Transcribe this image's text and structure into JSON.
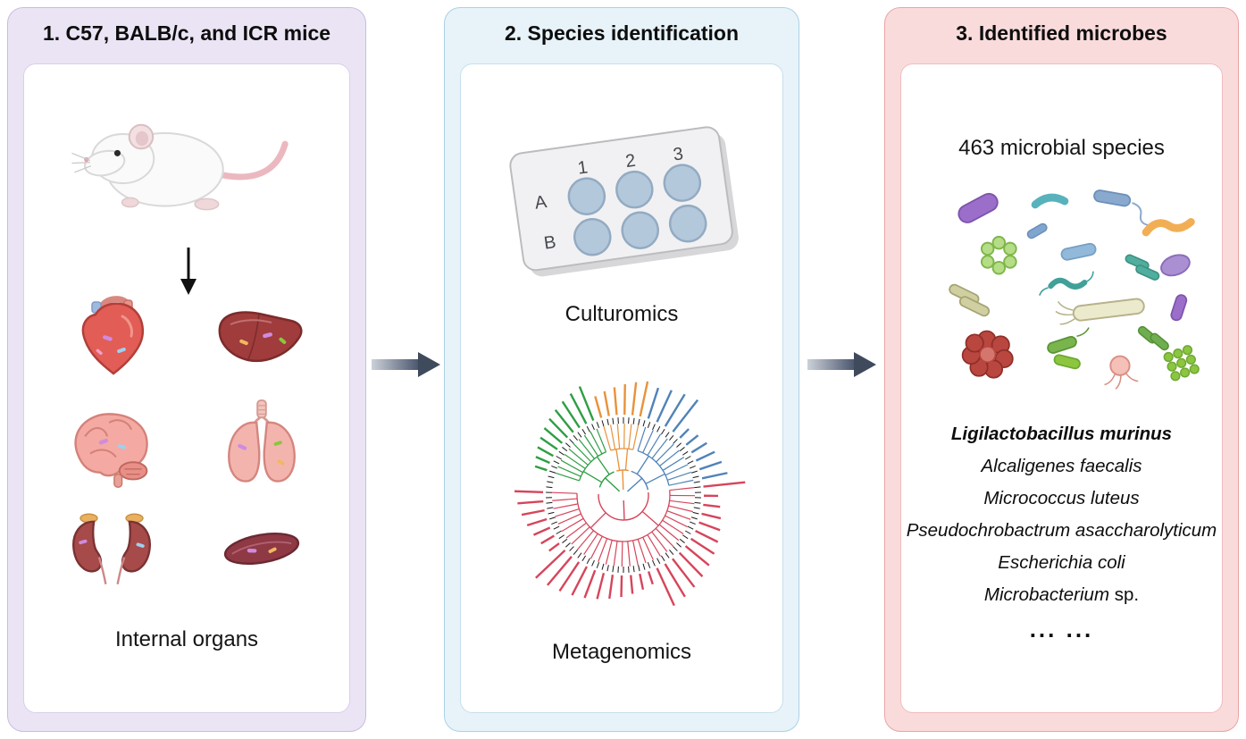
{
  "panels": {
    "mice": {
      "title": "1. C57, BALB/c, and ICR mice",
      "caption": "Internal organs",
      "organ_icons": [
        "heart-icon",
        "liver-icon",
        "brain-icon",
        "lungs-icon",
        "kidneys-icon",
        "spleen-icon"
      ],
      "theme": {
        "bg": "#ebe4f5",
        "border": "#c9bce0",
        "inner_border": "#d9cfea"
      }
    },
    "identification": {
      "title": "2. Species identification",
      "culturomics_label": "Culturomics",
      "metagenomics_label": "Metagenomics",
      "plate": {
        "col_labels": [
          "1",
          "2",
          "3"
        ],
        "row_labels": [
          "A",
          "B"
        ]
      },
      "tree_colors": {
        "green": "#2f9e44",
        "orange": "#e8923a",
        "blue": "#4f83b8",
        "red": "#d6455a"
      },
      "theme": {
        "bg": "#e7f3f9",
        "border": "#abd1e4",
        "inner_border": "#c6dfec"
      }
    },
    "microbes": {
      "title": "3. Identified microbes",
      "count_label": "463 microbial species",
      "species": [
        {
          "text": "Ligilactobacillus murinus"
        },
        {
          "text": "Alcaligenes faecalis"
        },
        {
          "text": "Micrococcus luteus"
        },
        {
          "text": "Pseudochrobactrum asaccharolyticum"
        },
        {
          "text": "Escherichia coli"
        },
        {
          "italic": "Microbacterium",
          "plain": " sp."
        },
        {
          "text": "... ..."
        }
      ],
      "theme": {
        "bg": "#fadbdc",
        "border": "#eba3a5",
        "inner_border": "#f2bcbe"
      }
    }
  }
}
